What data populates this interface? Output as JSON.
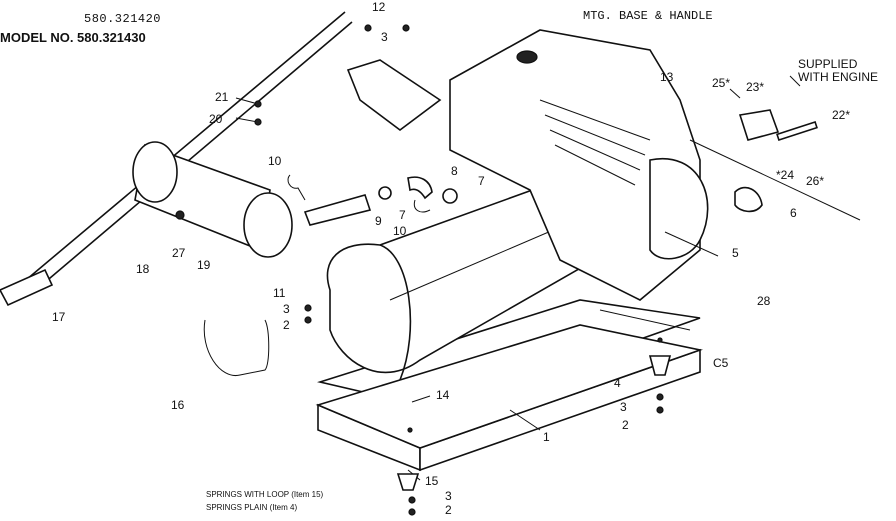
{
  "header": {
    "model_line_1": "580.321420",
    "model_line_2": "MODEL NO. 580.321430",
    "section_title": "MTG. BASE & HANDLE",
    "supplied_note_line1": "SUPPLIED",
    "supplied_note_line2": "WITH ENGINE",
    "figure_code": "C5"
  },
  "notes": {
    "springs_loop": "SPRINGS WITH LOOP (Item 15)",
    "springs_plain": "SPRINGS PLAIN (Item 4)"
  },
  "callouts": [
    {
      "id": "c12",
      "text": "12"
    },
    {
      "id": "c3a",
      "text": "3"
    },
    {
      "id": "c21",
      "text": "21"
    },
    {
      "id": "c20",
      "text": "20"
    },
    {
      "id": "c10a",
      "text": "10"
    },
    {
      "id": "c8",
      "text": "8"
    },
    {
      "id": "c7a",
      "text": "7"
    },
    {
      "id": "c9",
      "text": "9"
    },
    {
      "id": "c7b",
      "text": "7"
    },
    {
      "id": "c10b",
      "text": "10"
    },
    {
      "id": "c13",
      "text": "13"
    },
    {
      "id": "c25",
      "text": "25*"
    },
    {
      "id": "c23",
      "text": "23*"
    },
    {
      "id": "c22",
      "text": "22*"
    },
    {
      "id": "c24",
      "text": "*24"
    },
    {
      "id": "c26",
      "text": "26*"
    },
    {
      "id": "c6",
      "text": "6"
    },
    {
      "id": "c5",
      "text": "5"
    },
    {
      "id": "c28",
      "text": "28"
    },
    {
      "id": "c27",
      "text": "27"
    },
    {
      "id": "c18",
      "text": "18"
    },
    {
      "id": "c19",
      "text": "19"
    },
    {
      "id": "c17",
      "text": "17"
    },
    {
      "id": "c11",
      "text": "11"
    },
    {
      "id": "c3b",
      "text": "3"
    },
    {
      "id": "c2a",
      "text": "2"
    },
    {
      "id": "c16",
      "text": "16"
    },
    {
      "id": "c14",
      "text": "14"
    },
    {
      "id": "c4",
      "text": "4"
    },
    {
      "id": "c3c",
      "text": "3"
    },
    {
      "id": "c2b",
      "text": "2"
    },
    {
      "id": "c1",
      "text": "1"
    },
    {
      "id": "c15",
      "text": "15"
    },
    {
      "id": "c3d",
      "text": "3"
    },
    {
      "id": "c2c",
      "text": "2"
    }
  ]
}
